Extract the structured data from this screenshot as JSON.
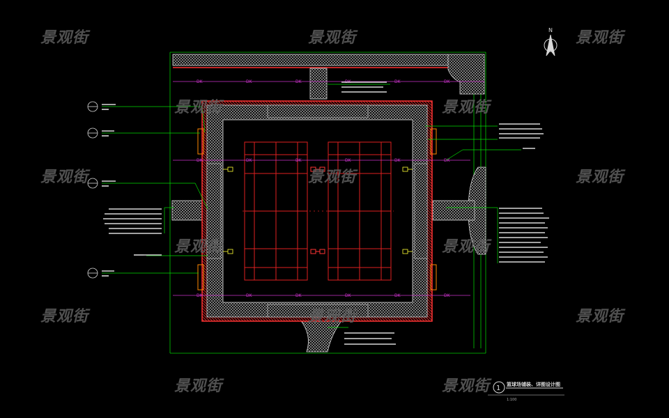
{
  "watermark": "景观街",
  "north_label": "N",
  "dk_label": "DK",
  "title_block": {
    "number": "1",
    "title": "篮球场铺装、详图设计图",
    "scale": "1:100"
  },
  "colors": {
    "background": "#000000",
    "paving_white": "#d8d8d8",
    "border_red": "#ff3333",
    "court_red": "#e02020",
    "dim_green": "#00ff00",
    "axis_magenta": "#cc33cc",
    "marker_yellow": "#ffff33",
    "watermark_gray": "#5f5f5f"
  }
}
